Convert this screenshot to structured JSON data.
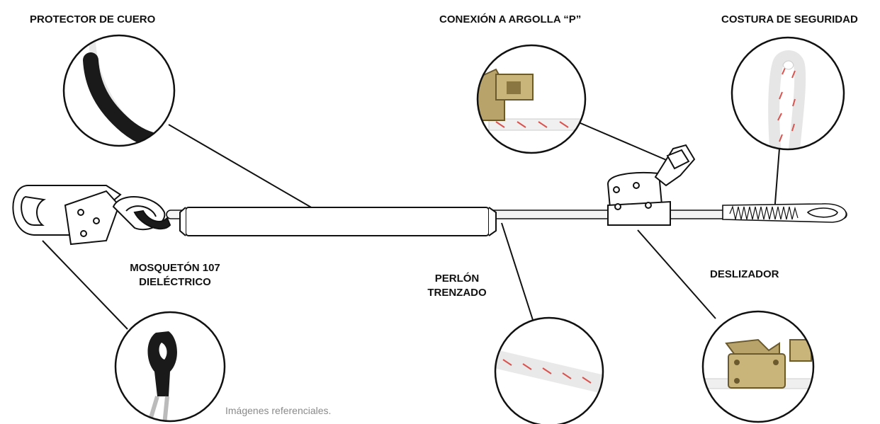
{
  "labels": {
    "protector": "PROTECTOR DE CUERO",
    "conexion": "CONEXIÓN A ARGOLLA “P”",
    "costura": "COSTURA DE SEGURIDAD",
    "mosqueton_line1": "MOSQUETÓN 107",
    "mosqueton_line2": "DIELÉCTRICO",
    "perlon_line1": "PERLÓN",
    "perlon_line2": "TRENZADO",
    "deslizador": "DESLIZADOR"
  },
  "footer_note": "Imágenes referenciales.",
  "colors": {
    "line": "#111111",
    "rope": "#f4f4f4",
    "rope_marks": "#d9534f",
    "leather": "#1a1a1a",
    "metal": "#b8a36a",
    "metal_dark": "#6b5a2e"
  },
  "icons": {
    "carabiner": "carabiner-icon",
    "slider": "rope-grab-icon",
    "eye_loop": "eye-loop-icon"
  }
}
